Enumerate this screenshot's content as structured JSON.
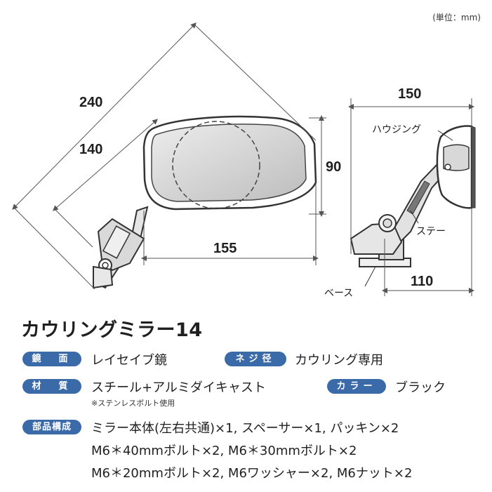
{
  "unit_note": "(単位：mm)",
  "diagram": {
    "front": {
      "dim_240": "240",
      "dim_140": "140",
      "dim_90": "90",
      "dim_155": "155"
    },
    "side": {
      "dim_150": "150",
      "dim_110": "110",
      "housing": "ハウジング",
      "stay": "ステー",
      "base": "ベース"
    }
  },
  "product_title": "カウリングミラー14",
  "specs": {
    "mirror_surface": {
      "label": "鏡　面",
      "value": "レイセイブ鏡"
    },
    "screw_diameter": {
      "label": "ネジ径",
      "value": "カウリング専用"
    },
    "material": {
      "label": "材　質",
      "value": "スチール+アルミダイキャスト",
      "note": "※ステンレスボルト使用"
    },
    "color": {
      "label": "カラー",
      "value": "ブラック"
    },
    "components": {
      "label": "部品構成",
      "line1": "ミラー本体(左右共通)×1, スペーサー×1, パッキン×2",
      "line2": "M6＊40mmボルト×2, M6＊30mmボルト×2",
      "line3": "M6＊20mmボルト×2, M6ワッシャー×2, M6ナット×2"
    }
  }
}
